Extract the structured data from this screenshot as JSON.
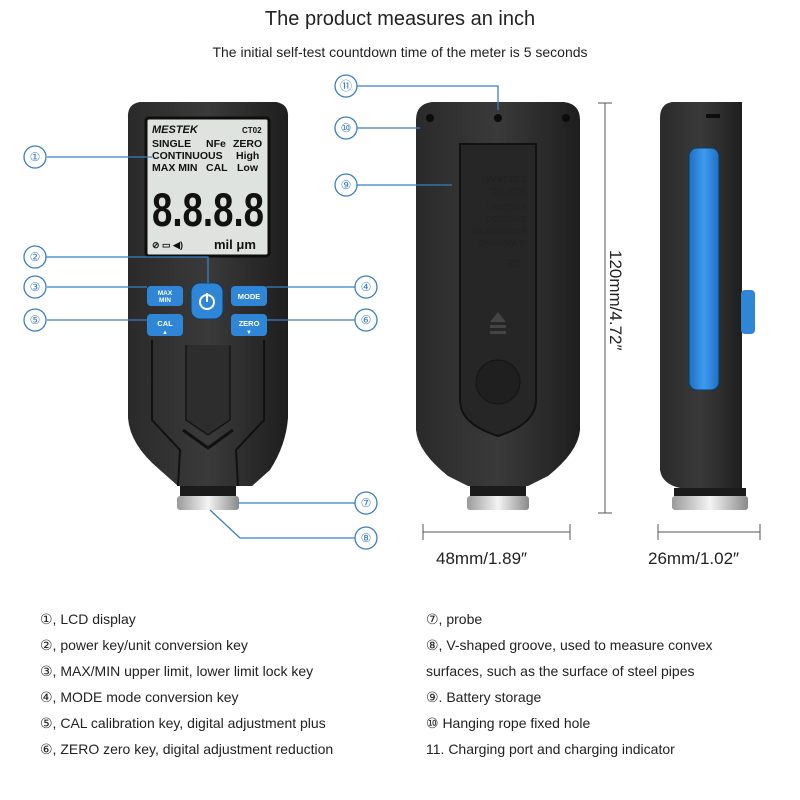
{
  "header": {
    "title": "The product measures an inch",
    "subtitle": "The initial self-test countdown time of the meter is 5 seconds"
  },
  "device": {
    "brand": "MESTEK",
    "model": "CT02",
    "lcd": {
      "row1": [
        "SINGLE",
        "NFe",
        "ZERO"
      ],
      "row2": [
        "CONTINUOUS",
        "High"
      ],
      "row3": [
        "MAX MIN",
        "CAL",
        "Low"
      ],
      "digits": "8.8.8.8",
      "unit": "mil μm"
    },
    "buttons": {
      "maxmin_line1": "MAX",
      "maxmin_line2": "MIN",
      "mode": "MODE",
      "cal": "CAL",
      "zero": "ZERO"
    },
    "back_label": {
      "line1": "⚠ WARNING",
      "line2": "CONFORM TO:",
      "line3": "SN61010-1",
      "line4": "EN61326-1",
      "line5": "SIZE:DC",
      "line6": "1.5X2AAA",
      "ce": "CE"
    },
    "colors": {
      "accent": "#2f86d6",
      "body": "#1c1c1c",
      "callout": "#3a7fc0"
    }
  },
  "callouts": [
    "①",
    "②",
    "③",
    "④",
    "⑤",
    "⑥",
    "⑦",
    "⑧",
    "⑨",
    "⑩",
    "⑪"
  ],
  "dimensions": {
    "height": "120mm/4.72″",
    "width": "48mm/1.89″",
    "depth": "26mm/1.02″"
  },
  "legend_left": [
    "①, LCD display",
    "②, power key/unit conversion key",
    "③, MAX/MIN upper limit, lower limit lock key",
    "④, MODE mode conversion key",
    "⑤, CAL calibration key, digital adjustment plus",
    "⑥, ZERO zero key, digital adjustment reduction"
  ],
  "legend_right": [
    "⑦, probe",
    "⑧, V-shaped groove, used to measure convex",
    "surfaces, such as the surface of steel pipes",
    "⑨. Battery storage",
    "⑩ Hanging rope fixed hole",
    "11. Charging port and charging indicator"
  ]
}
